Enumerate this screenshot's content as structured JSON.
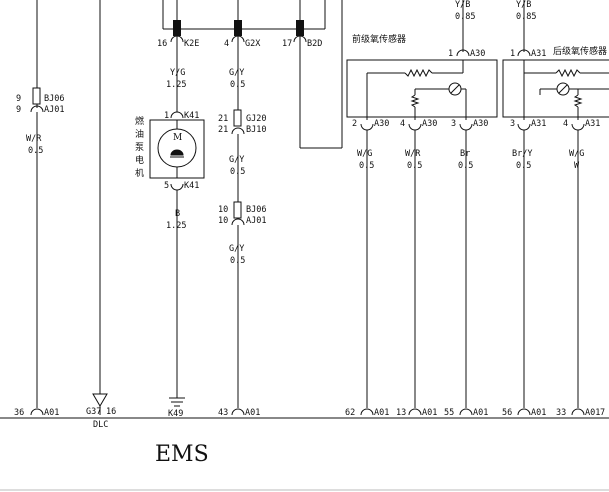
{
  "title": "EMS",
  "left_wire": {
    "connectors": [
      "9",
      "BJ06",
      "9",
      "AJ01"
    ],
    "color": "W/R",
    "gauge": "0.5",
    "bottom_pin": "36",
    "bottom_conn": "A01"
  },
  "dlc": {
    "label": "G37",
    "pin": "16",
    "name": "DLC"
  },
  "pump_wire": {
    "top_pin": "16",
    "top_conn": "K2E",
    "color": "Y/G",
    "gauge": "1.25",
    "pump_pin_top": "1",
    "pump_conn_top": "K41",
    "pump_name": [
      "燃",
      "油",
      "泵",
      "电",
      "机"
    ],
    "motor_letter": "M",
    "pump_pin_bottom": "5",
    "pump_conn_bottom": "K41",
    "color2": "B",
    "gauge2": "1.25",
    "ground": "K49"
  },
  "mid_wire": {
    "top_pin": "4",
    "top_conn": "G2X",
    "color": "G/Y",
    "gauge": "0.5",
    "conn1": [
      "21",
      "GJ20",
      "21",
      "BJ10"
    ],
    "color2": "G/Y",
    "gauge2": "0.5",
    "conn2": [
      "10",
      "BJ06",
      "10",
      "AJ01"
    ],
    "color3": "G/Y",
    "gauge3": "0.5",
    "bottom_pin": "43",
    "bottom_conn": "A01"
  },
  "b2d": {
    "pin": "17",
    "conn": "B2D"
  },
  "front_o2": {
    "name": "前级氧传感器",
    "top_color": "Y/B",
    "top_gauge": "0.85",
    "top_pin": "1",
    "top_conn": "A30",
    "pins": [
      {
        "pin": "2",
        "conn": "A30",
        "color": "W/G",
        "gauge": "0.5",
        "bottom_pin": "62",
        "bottom_conn": "A01"
      },
      {
        "pin": "4",
        "conn": "A30",
        "color": "W/R",
        "gauge": "0.5",
        "bottom_pin": "13",
        "bottom_conn": "A01"
      },
      {
        "pin": "3",
        "conn": "A30",
        "color": "Br",
        "gauge": "0.5",
        "bottom_pin": "55",
        "bottom_conn": "A01"
      }
    ]
  },
  "rear_o2": {
    "name": "后级氧传感器",
    "top_color": "Y/B",
    "top_gauge": "0.85",
    "top_pin": "1",
    "top_conn": "A31",
    "pins": [
      {
        "pin": "3",
        "conn": "A31",
        "color": "Br/Y",
        "gauge": "0.5",
        "bottom_pin": "56",
        "bottom_conn": "A01"
      },
      {
        "pin": "4",
        "conn": "A31",
        "color": "W/G",
        "gauge": "W",
        "bottom_pin": "33",
        "bottom_conn": "A01"
      }
    ],
    "edge_pin": "7"
  }
}
